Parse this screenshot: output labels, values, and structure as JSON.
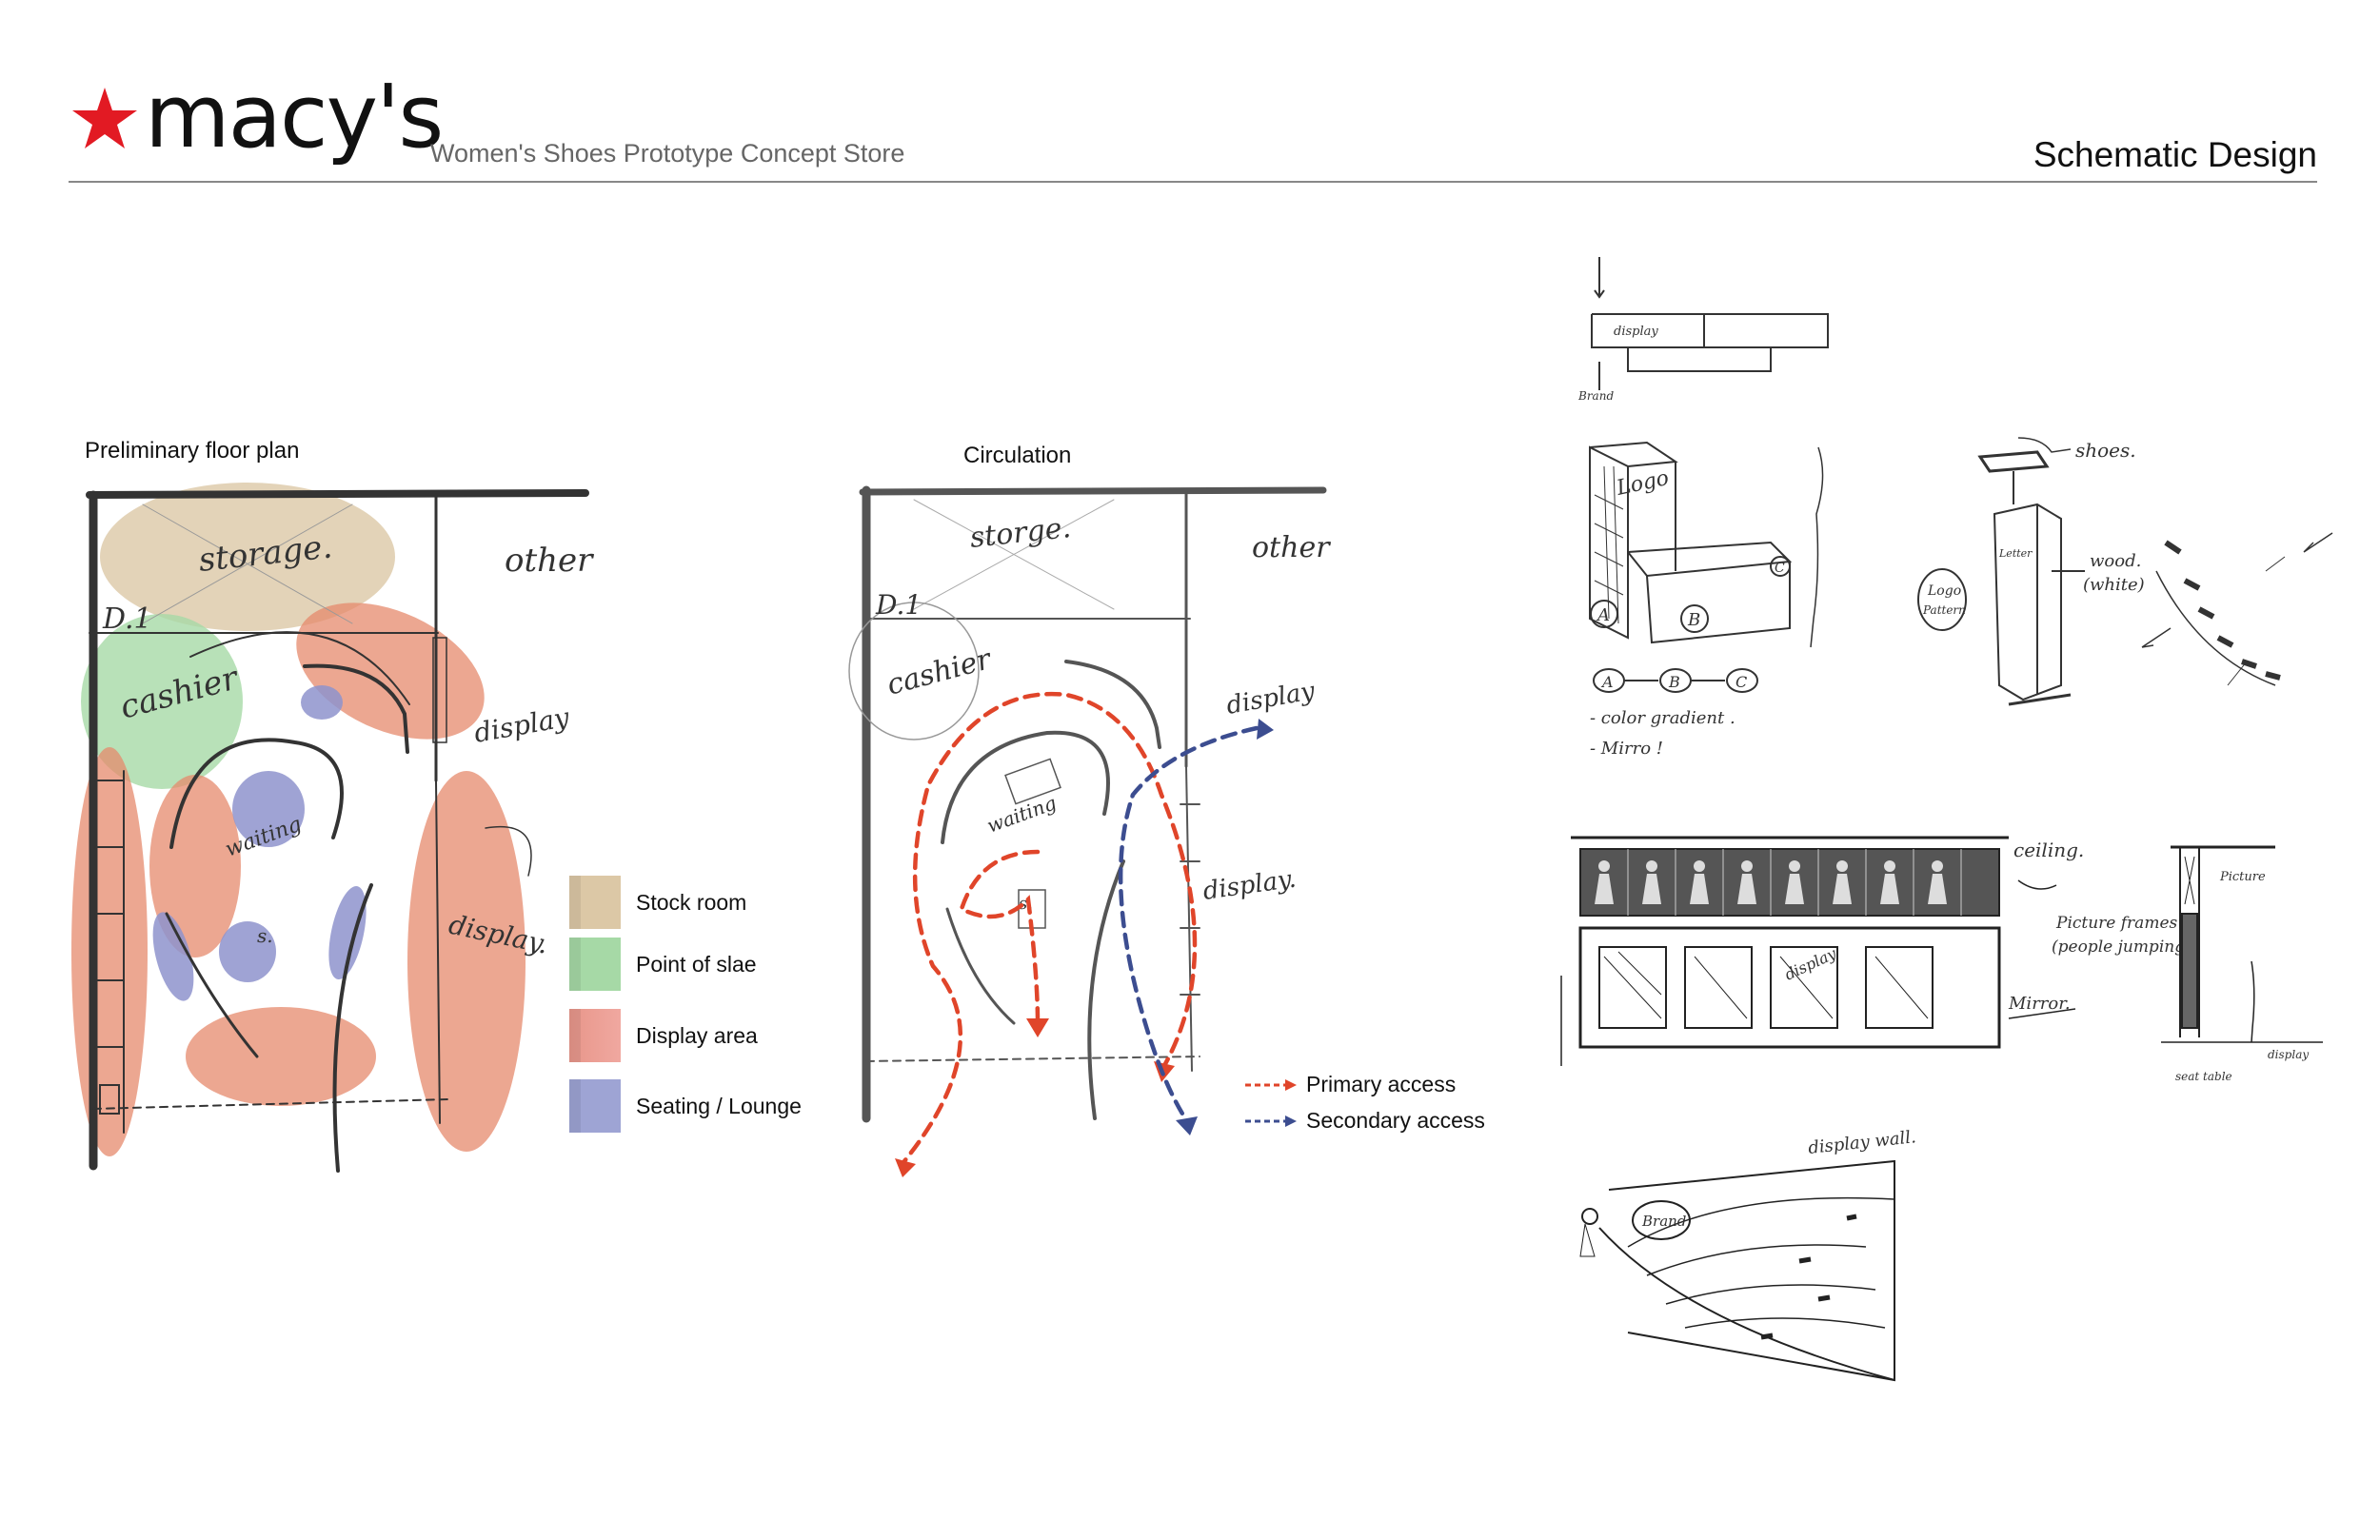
{
  "header": {
    "brand_name": "macy's",
    "subtitle": "Women's Shoes Prototype Concept Store",
    "title": "Schematic Design",
    "brand_color": "#e21a23"
  },
  "floor_plan": {
    "title": "Preliminary floor plan",
    "sketch_labels": {
      "storage": "storage.",
      "other": "other",
      "door": "D.1",
      "cashier": "cashier",
      "display_top": "display",
      "display_right": "display.",
      "waiting": "waiting",
      "seat": "s."
    },
    "legend": [
      {
        "label": "Stock room",
        "color": "#dcc8a6"
      },
      {
        "label": "Point of slae",
        "color": "#a6d9a6"
      },
      {
        "label": "Display area",
        "color": "#f0a8a0"
      },
      {
        "label": "Seating / Lounge",
        "color": "#9ea4d4"
      }
    ]
  },
  "circulation": {
    "title": "Circulation",
    "sketch_labels": {
      "storage": "storge.",
      "other": "other",
      "door": "D.1",
      "cashier": "cashier",
      "display_top": "display",
      "display_right": "display.",
      "waiting": "waiting",
      "seat": "s."
    },
    "legend": [
      {
        "label": "Primary access",
        "color": "#e0452a"
      },
      {
        "label": "Secondary access",
        "color": "#3c4d90"
      }
    ]
  },
  "sketches": {
    "display_plan": {
      "display": "display",
      "brand": "Brand"
    },
    "display_unit": {
      "logo": "Logo",
      "a": "A",
      "b": "B",
      "c": "C",
      "note1": "- color gradient .",
      "note2": "- Mirro !"
    },
    "pedestal": {
      "shoes": "shoes.",
      "wood": "wood.",
      "white": "(white)",
      "logo": "Logo",
      "pattern": "Pattern",
      "letter": "Letter"
    },
    "wall_elevation": {
      "ceiling": "ceiling.",
      "picture_note1": "Picture frames",
      "picture_note2": "(people jumping)",
      "mirror": "Mirror.",
      "display": "display"
    },
    "section": {
      "picture": "Picture",
      "display": "display",
      "seat": "seat table"
    },
    "display_wall": {
      "title": "display wall.",
      "brand": "Brand"
    }
  }
}
